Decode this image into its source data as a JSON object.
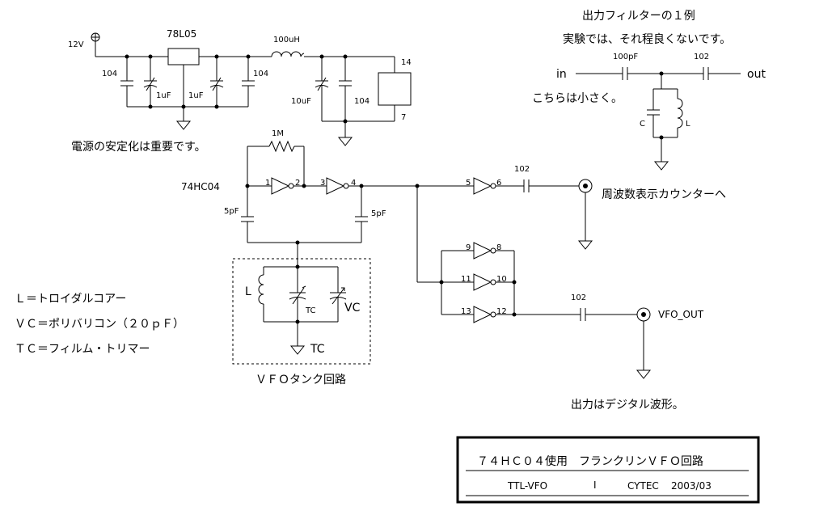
{
  "power_section": {
    "supply_label": "12V",
    "regulator_label": "78L05",
    "cap_104_a": "104",
    "cap_1uf_a": "1uF",
    "cap_1uf_b": "1uF",
    "cap_104_b": "104",
    "inductor_label": "100uH",
    "cap_10uf": "10uF",
    "cap_104_c": "104",
    "ic_pin_top": "14",
    "ic_pin_bottom": "7",
    "note": "電源の安定化は重要です。"
  },
  "filter_section": {
    "title": "出力フィルターの１例",
    "subtitle": "実験では、それ程良くないです。",
    "in_label": "in",
    "out_label": "out",
    "cap1_label": "100pF",
    "cap2_label": "102",
    "note_small": "こちらは小さく。",
    "c_label": "C",
    "l_label": "L"
  },
  "oscillator": {
    "ic_label": "74HC04",
    "resistor_label": "1M",
    "pin1": "1",
    "pin2": "2",
    "pin3": "3",
    "pin4": "4",
    "cap_left": "5pF",
    "cap_right": "5pF",
    "pin5": "5",
    "pin6": "6",
    "cap_out": "102",
    "counter_label": "周波数表示カウンターへ"
  },
  "tank": {
    "l_label": "L",
    "tc_label": "TC",
    "vc_label": "VC",
    "gnd_label": "TC",
    "caption": "ＶＦＯタンク回路"
  },
  "buffer": {
    "pin9": "9",
    "pin8": "8",
    "pin11": "11",
    "pin10": "10",
    "pin13": "13",
    "pin12": "12",
    "cap_label": "102",
    "out_label": "VFO_OUT",
    "note": "出力はデジタル波形。"
  },
  "legend": {
    "line1": "Ｌ＝トロイダルコアー",
    "line2": "ＶＣ＝ポリバリコン（２０ｐＦ）",
    "line3": "ＴＣ＝フィルム・トリマー"
  },
  "title_block": {
    "title": "７４ＨＣ０４使用　フランクリンＶＦＯ回路",
    "drawing_id": "TTL-VFO",
    "sheet": "I",
    "company": "CYTEC",
    "date": "2003/03"
  }
}
